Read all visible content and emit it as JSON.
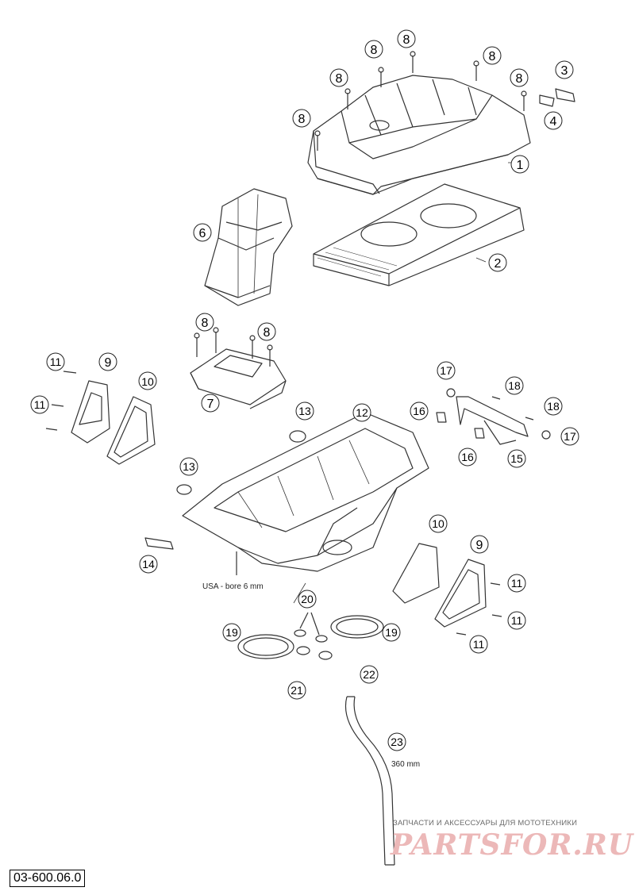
{
  "callouts": [
    {
      "label": "1"
    },
    {
      "label": "2"
    },
    {
      "label": "3"
    },
    {
      "label": "4"
    },
    {
      "label": "6"
    },
    {
      "label": "7"
    },
    {
      "label": "8"
    },
    {
      "label": "9"
    },
    {
      "label": "10"
    },
    {
      "label": "11"
    },
    {
      "label": "12"
    },
    {
      "label": "13"
    },
    {
      "label": "14"
    },
    {
      "label": "15"
    },
    {
      "label": "16"
    },
    {
      "label": "17"
    },
    {
      "label": "18"
    },
    {
      "label": "19"
    },
    {
      "label": "20"
    },
    {
      "label": "21"
    },
    {
      "label": "22"
    },
    {
      "label": "23"
    }
  ],
  "notes": {
    "usa_bore": "USA - bore 6 mm",
    "hose_length": "360 mm"
  },
  "part_number": "03-600.06.0",
  "watermark": {
    "tagline": "ЗАПЧАСТИ И АКСЕССУАРЫ ДЛЯ МОТОТЕХНИКИ",
    "logo": "PARTSFOR.RU"
  },
  "colors": {
    "line": "#333333",
    "watermark_logo": "#ecb8b8"
  }
}
